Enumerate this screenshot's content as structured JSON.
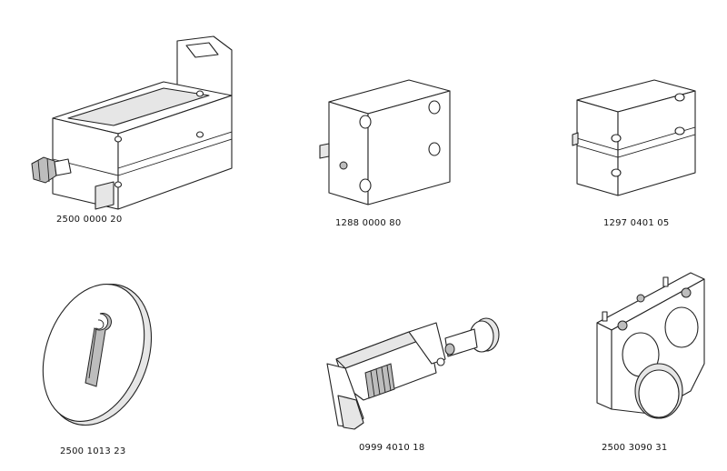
{
  "parts": [
    {
      "code": "2500 0000 20",
      "illustration": "clamp-block-with-bolt"
    },
    {
      "code": "1288 0000 80",
      "illustration": "rectangular-block-four-holes"
    },
    {
      "code": "1297 0401 05",
      "illustration": "grooved-block"
    },
    {
      "code": "2500 1013 23",
      "illustration": "round-keyhole-plate"
    },
    {
      "code": "0999 4010 18",
      "illustration": "rack-clamp-with-knob"
    },
    {
      "code": "2500 3090 31",
      "illustration": "triple-ring-bracket"
    }
  ]
}
